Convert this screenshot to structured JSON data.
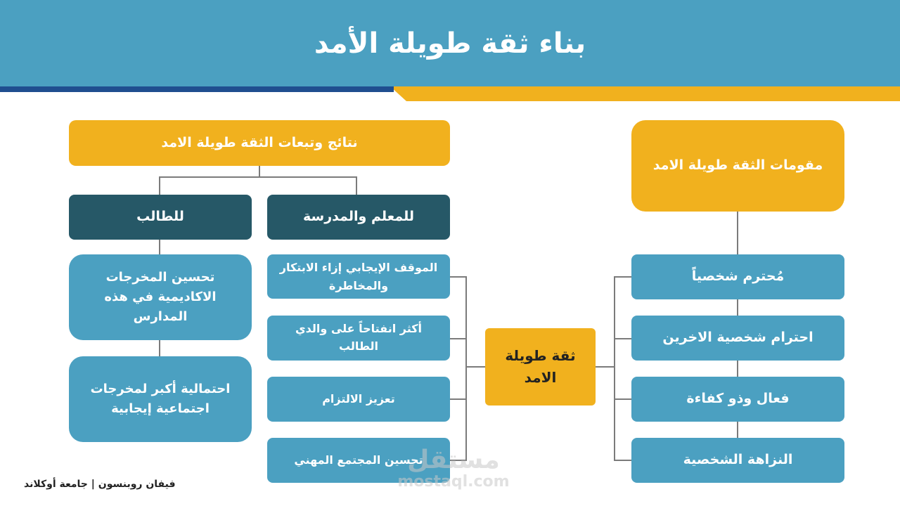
{
  "title": "بناء ثقة طويلة الأمد",
  "center": "ثقة طويلة الامد",
  "right": {
    "header": "مقومات الثقة طويلة الامد",
    "items": [
      "مُحترم شخصياً",
      "احترام شخصية الاخرين",
      "فعال وذو كفاءة",
      "النزاهة الشخصية"
    ]
  },
  "left": {
    "header": "نتائج وتبعات الثقة طويلة الامد",
    "teacher": {
      "header": "للمعلم والمدرسة",
      "items": [
        "الموقف الإيجابي إزاء الابتكار والمخاطرة",
        "أكثر انفتاحاً على والدي الطالب",
        "تعزيز الالتزام",
        "تحسين المجتمع المهني"
      ]
    },
    "student": {
      "header": "للطالب",
      "items": [
        "تحسين المخرجات الاكاديمية في هذه المدارس",
        "احتمالية أكبر لمخرجات اجتماعية إيجابية"
      ]
    }
  },
  "footer": "فيفان روبنسون | جامعة أوكلاند",
  "watermark": {
    "arabic": "مستقل",
    "latin": "mostaql.com"
  },
  "colors": {
    "header_blue": "#4ba0c1",
    "yellow": "#f1b11e",
    "dark_teal": "#265867",
    "box_blue": "#4ba0c1",
    "stripe_blue": "#1f4e8f",
    "connector": "#7b7b7b"
  }
}
